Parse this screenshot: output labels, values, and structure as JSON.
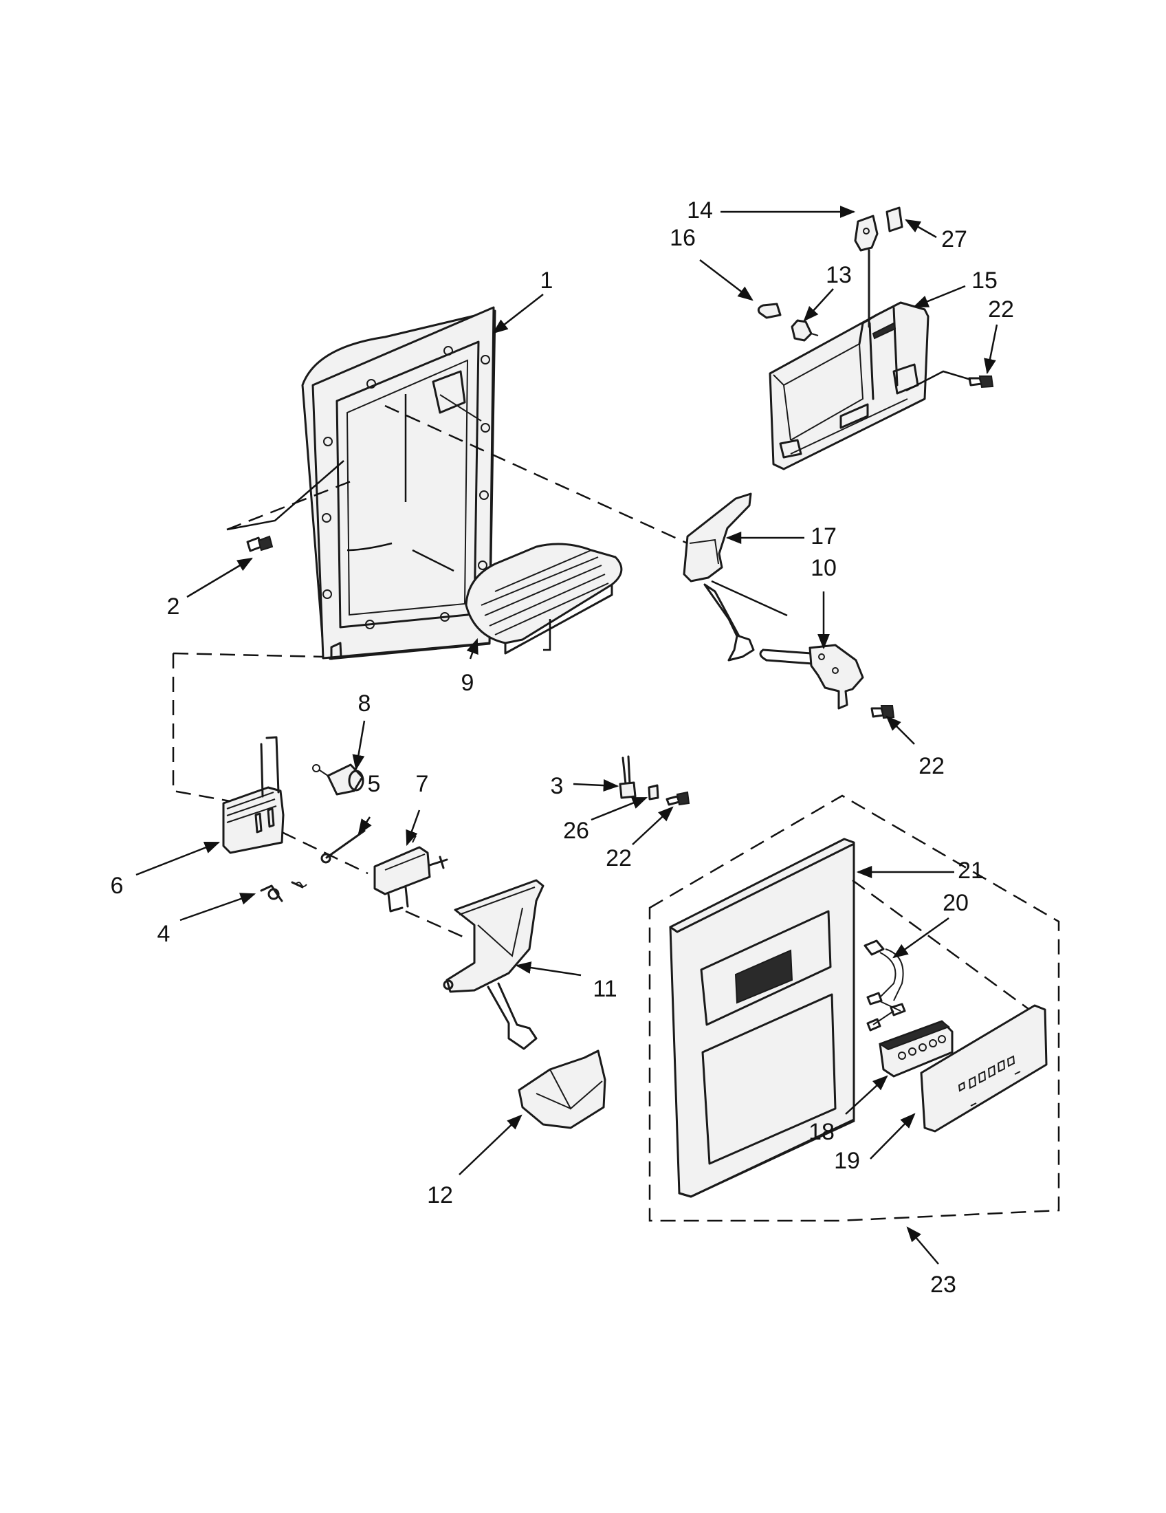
{
  "diagram": {
    "callouts": [
      {
        "id": "1",
        "text": "1"
      },
      {
        "id": "2",
        "text": "2"
      },
      {
        "id": "3",
        "text": "3"
      },
      {
        "id": "4",
        "text": "4"
      },
      {
        "id": "5",
        "text": "5"
      },
      {
        "id": "6",
        "text": "6"
      },
      {
        "id": "7",
        "text": "7"
      },
      {
        "id": "8",
        "text": "8"
      },
      {
        "id": "9",
        "text": "9"
      },
      {
        "id": "10",
        "text": "10"
      },
      {
        "id": "11",
        "text": "11"
      },
      {
        "id": "12",
        "text": "12"
      },
      {
        "id": "13",
        "text": "13"
      },
      {
        "id": "14",
        "text": "14"
      },
      {
        "id": "15",
        "text": "15"
      },
      {
        "id": "16",
        "text": "16"
      },
      {
        "id": "17",
        "text": "17"
      },
      {
        "id": "18",
        "text": "18"
      },
      {
        "id": "19",
        "text": "19"
      },
      {
        "id": "20",
        "text": "20"
      },
      {
        "id": "21",
        "text": "21"
      },
      {
        "id": "22a",
        "text": "22"
      },
      {
        "id": "22b",
        "text": "22"
      },
      {
        "id": "22c",
        "text": "22"
      },
      {
        "id": "23",
        "text": "23"
      },
      {
        "id": "26",
        "text": "26"
      },
      {
        "id": "27",
        "text": "27"
      }
    ]
  }
}
